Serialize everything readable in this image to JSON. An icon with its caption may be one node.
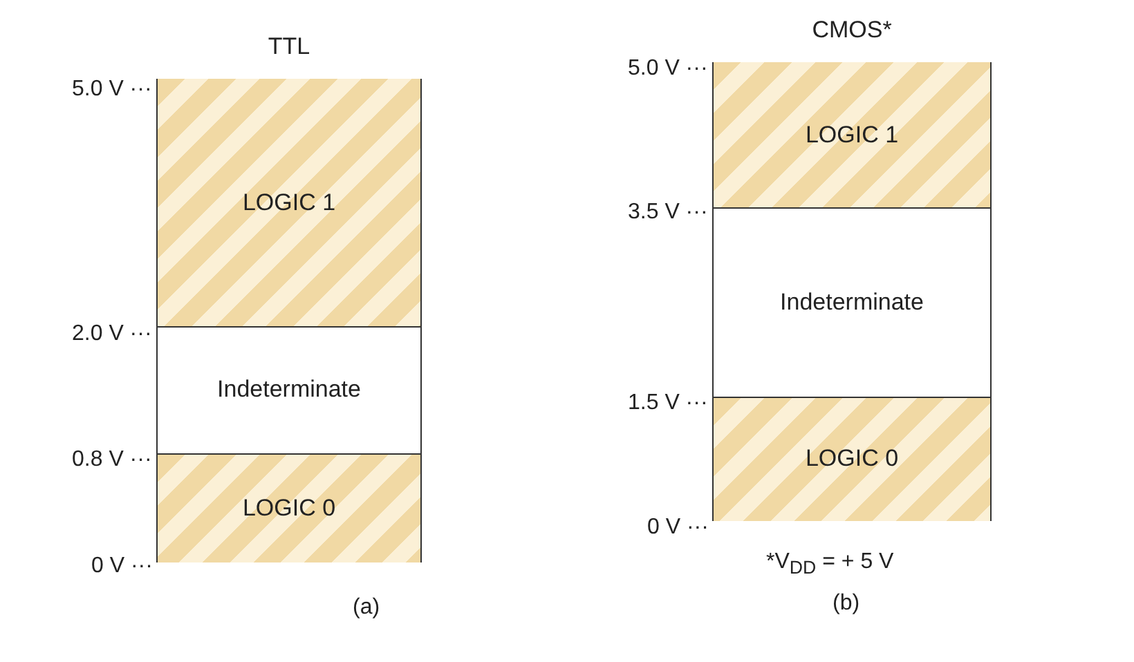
{
  "diagram": {
    "nodes": [
      {
        "text": [
          "TTL"
        ]
      },
      {
        "text": [
          "LOGIC 1"
        ],
        "in": 0
      },
      {
        "text": [
          "Indeterminate"
        ],
        "in": 0
      },
      {
        "text": [
          "LOGIC 0"
        ],
        "in": 0
      },
      {
        "text": [
          "CMOS*"
        ]
      },
      {
        "text": [
          "LOGIC 1"
        ],
        "in": 4
      },
      {
        "text": [
          "Indeterminate"
        ],
        "in": 4
      },
      {
        "text": [
          "LOGIC 0"
        ],
        "in": 4
      }
    ],
    "edges": [],
    "labels": [
      "5.0 V ···",
      "2.0 V ···",
      "0.8 V ···",
      "0 V ···",
      "(a)",
      "5.0 V ···",
      "3.5 V ···",
      "1.5 V ···",
      "0 V ···",
      "*V$_{DD}$ = + 5 V",
      "(b)"
    ]
  }
}
